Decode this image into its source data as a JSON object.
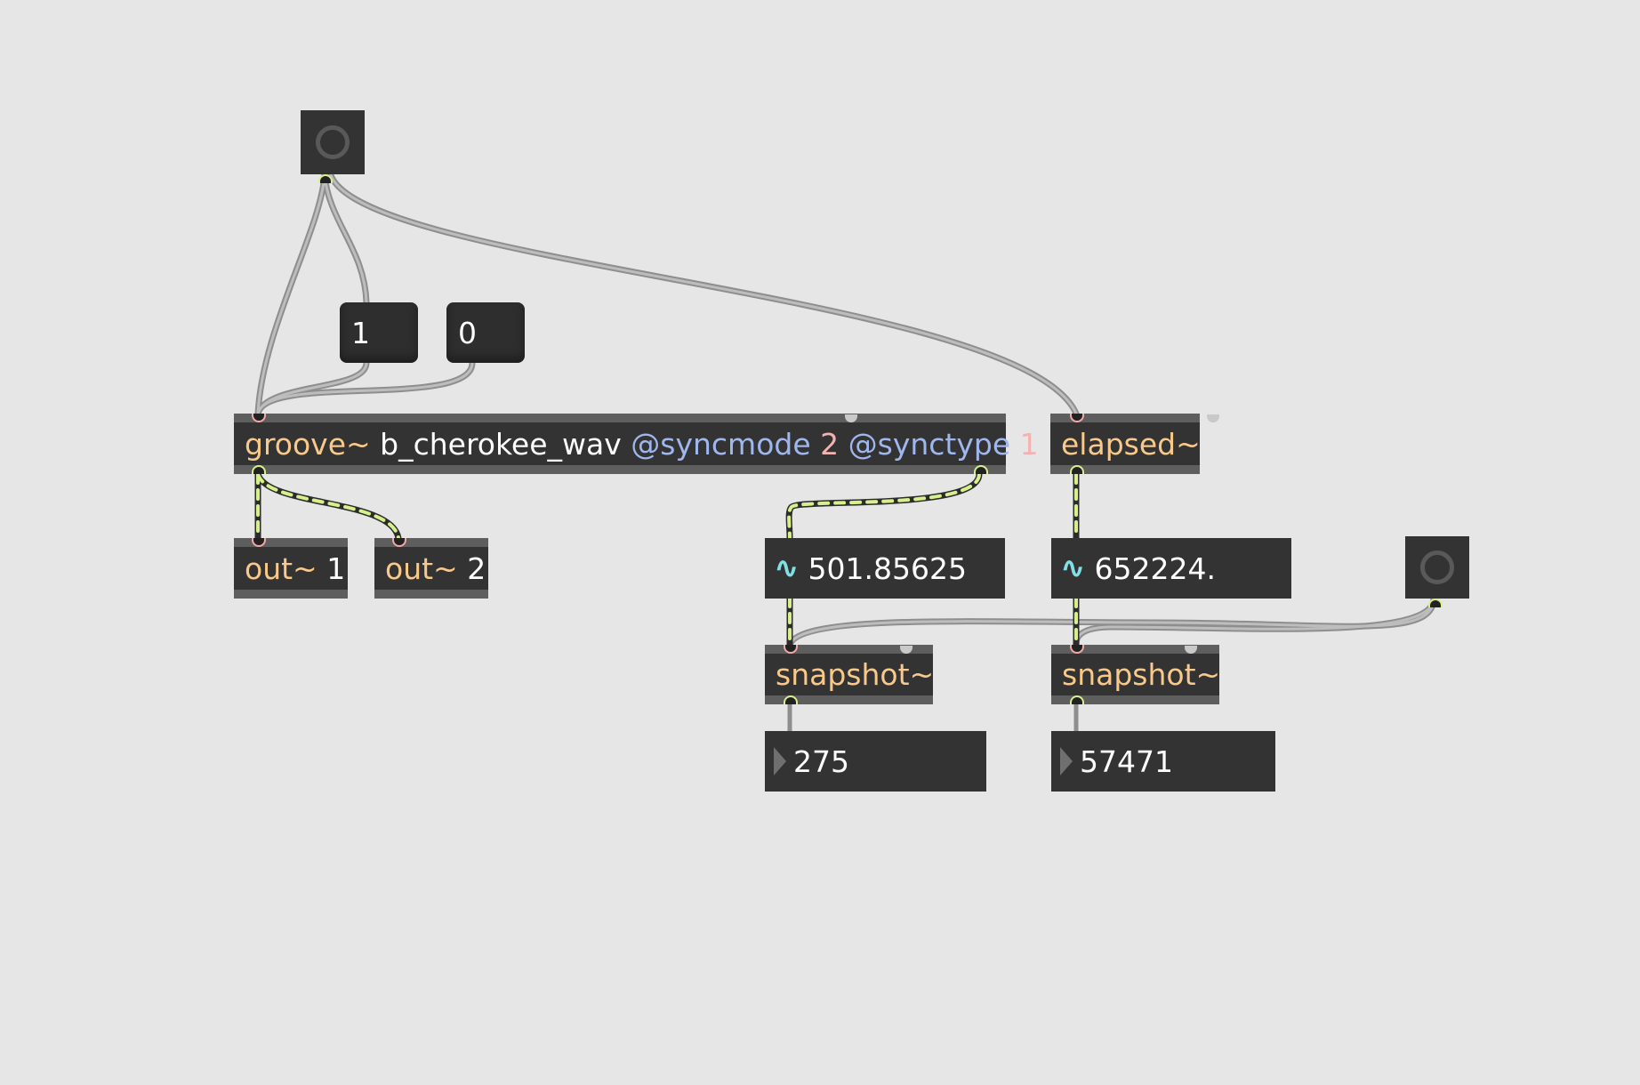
{
  "objects": {
    "groove": {
      "name": "groove~",
      "arg": "b_cherokee_wav",
      "attr1": "@syncmode",
      "val1": "2",
      "attr2": "@synctype",
      "val2": "1"
    },
    "elapsed": {
      "name": "elapsed~"
    },
    "out1": {
      "name": "out~",
      "arg": "1"
    },
    "out2": {
      "name": "out~",
      "arg": "2"
    },
    "snapshot1": {
      "name": "snapshot~"
    },
    "snapshot2": {
      "name": "snapshot~"
    }
  },
  "messages": {
    "one": "1",
    "zero": "0"
  },
  "signal_numbers": {
    "left": "501.85625",
    "right": "652224."
  },
  "number_boxes": {
    "left": "275",
    "right": "57471"
  },
  "icons": {
    "bang": "bang-circle-icon",
    "signal": "signal-wave-icon",
    "number": "number-triangle-icon"
  },
  "colors": {
    "background": "#e6e6e6",
    "object": "#333333",
    "signal_cord": "#d6f08c",
    "control_cord": "#9b9b9b",
    "object_name": "#f8c98a",
    "attribute": "#9fb7ee"
  }
}
